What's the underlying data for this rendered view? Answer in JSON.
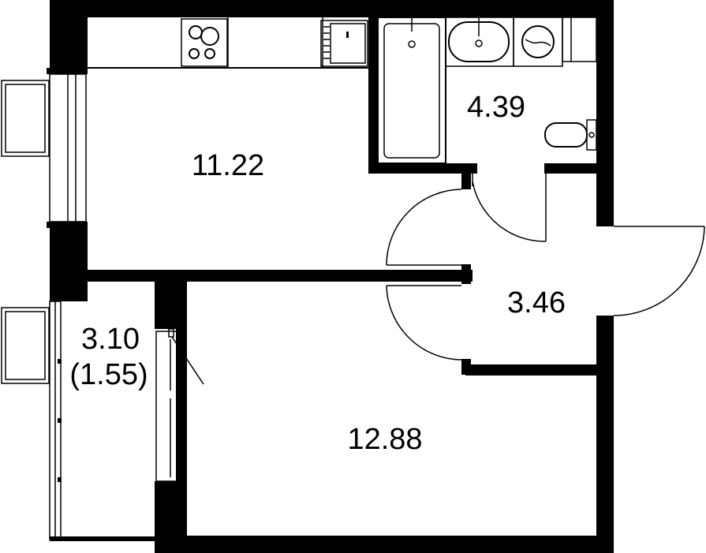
{
  "rooms": [
    {
      "id": "kitchen",
      "area": "11.22"
    },
    {
      "id": "bathroom",
      "area": "4.39"
    },
    {
      "id": "hallway",
      "area": "3.46"
    },
    {
      "id": "bedroom",
      "area": "12.88"
    },
    {
      "id": "balcony",
      "area": "3.10",
      "area_reduced": "(1.55)"
    }
  ],
  "colors": {
    "wall": "#000000",
    "background": "#ffffff"
  }
}
